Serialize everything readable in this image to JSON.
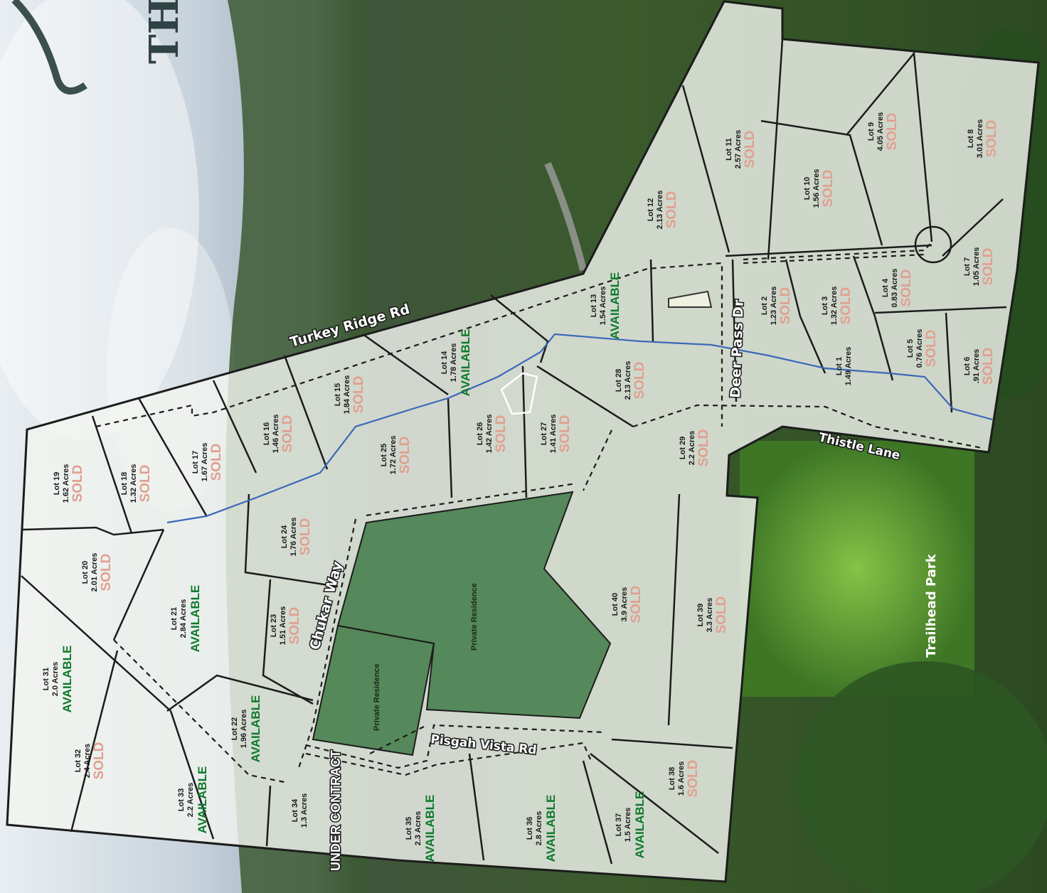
{
  "map": {
    "brand_letters": "TH",
    "colors": {
      "sold": "#e0a090",
      "available": "#0e7a2c",
      "lot_fill": "#f2f4ef",
      "boundary": "#1c1c1c",
      "creek": "#3a68b8",
      "residence": "#3f7a45"
    },
    "roads": {
      "turkey_ridge": "Turkey Ridge Rd",
      "deer_pass": "Deer Pass Dr",
      "thistle": "Thistle Lane",
      "chukar": "Chukar Way",
      "pisgah": "Pisgah Vista Rd"
    },
    "trailhead_park": "Trailhead Park",
    "residence_label": "Private Residence",
    "lots": [
      {
        "lot": "Lot 1",
        "acres": "1.49 Acres",
        "status": ""
      },
      {
        "lot": "Lot 2",
        "acres": "1.23 Acres",
        "status": "SOLD"
      },
      {
        "lot": "Lot 3",
        "acres": "1.32 Acres",
        "status": "SOLD"
      },
      {
        "lot": "Lot 4",
        "acres": "0.83 Acres",
        "status": "SOLD"
      },
      {
        "lot": "Lot 5",
        "acres": "0.76 Acres",
        "status": "SOLD"
      },
      {
        "lot": "Lot 6",
        "acres": ".91 Acres",
        "status": "SOLD"
      },
      {
        "lot": "Lot 7",
        "acres": "1.05 Acres",
        "status": "SOLD"
      },
      {
        "lot": "Lot 8",
        "acres": "3.01 Acres",
        "status": "SOLD"
      },
      {
        "lot": "Lot 9",
        "acres": "4.05 Acres",
        "status": "SOLD"
      },
      {
        "lot": "Lot 10",
        "acres": "1.56 Acres",
        "status": "SOLD"
      },
      {
        "lot": "Lot 11",
        "acres": "2.57 Acres",
        "status": "SOLD"
      },
      {
        "lot": "Lot 12",
        "acres": "2.13 Acres",
        "status": "SOLD"
      },
      {
        "lot": "Lot 13",
        "acres": "1.54 Acres",
        "status": "AVAILABLE"
      },
      {
        "lot": "Lot 14",
        "acres": "1.78 Acres",
        "status": "AVAILABLE"
      },
      {
        "lot": "Lot 15",
        "acres": "1.84 Acres",
        "status": "SOLD"
      },
      {
        "lot": "Lot 16",
        "acres": "1.46 Acres",
        "status": "SOLD"
      },
      {
        "lot": "Lot 17",
        "acres": "1.67 Acres",
        "status": "SOLD"
      },
      {
        "lot": "Lot 18",
        "acres": "1.32 Acres",
        "status": "SOLD"
      },
      {
        "lot": "Lot 19",
        "acres": "1.62 Acres",
        "status": "SOLD"
      },
      {
        "lot": "Lot 20",
        "acres": "2.01 Acres",
        "status": "SOLD"
      },
      {
        "lot": "Lot 21",
        "acres": "2.84 Acres",
        "status": "AVAILABLE"
      },
      {
        "lot": "Lot 22",
        "acres": "1.96 Acres",
        "status": "AVAILABLE"
      },
      {
        "lot": "Lot 23",
        "acres": "1.51 Acres",
        "status": "SOLD"
      },
      {
        "lot": "Lot 24",
        "acres": "1.76 Acres",
        "status": "SOLD"
      },
      {
        "lot": "Lot 25",
        "acres": "1.72 Acres",
        "status": "SOLD"
      },
      {
        "lot": "Lot 26",
        "acres": "1.42 Acres",
        "status": "SOLD"
      },
      {
        "lot": "Lot 27",
        "acres": "1.41 Acres",
        "status": "SOLD"
      },
      {
        "lot": "Lot 28",
        "acres": "2.13 Acres",
        "status": "SOLD"
      },
      {
        "lot": "Lot 29",
        "acres": "2.2 Acres",
        "status": "SOLD"
      },
      {
        "lot": "Lot 31",
        "acres": "2.0 Acres",
        "status": "AVAILABLE"
      },
      {
        "lot": "Lot 32",
        "acres": "2.4 Acres",
        "status": "SOLD"
      },
      {
        "lot": "Lot 33",
        "acres": "2.2 Acres",
        "status": "AVAILABLE"
      },
      {
        "lot": "Lot 34",
        "acres": "1.3 Acres",
        "status": "UNDER CONTRACT"
      },
      {
        "lot": "Lot 35",
        "acres": "2.3 Acres",
        "status": "AVAILABLE"
      },
      {
        "lot": "Lot 36",
        "acres": "2.8 Acres",
        "status": "AVAILABLE"
      },
      {
        "lot": "Lot 37",
        "acres": "1.5 Acres",
        "status": "AVAILABLE"
      },
      {
        "lot": "Lot 38",
        "acres": "1.6 Acres",
        "status": "SOLD"
      },
      {
        "lot": "Lot 39",
        "acres": "3.3 Acres",
        "status": "SOLD"
      },
      {
        "lot": "Lot 40",
        "acres": "3.9 Acres",
        "status": "SOLD"
      }
    ]
  }
}
